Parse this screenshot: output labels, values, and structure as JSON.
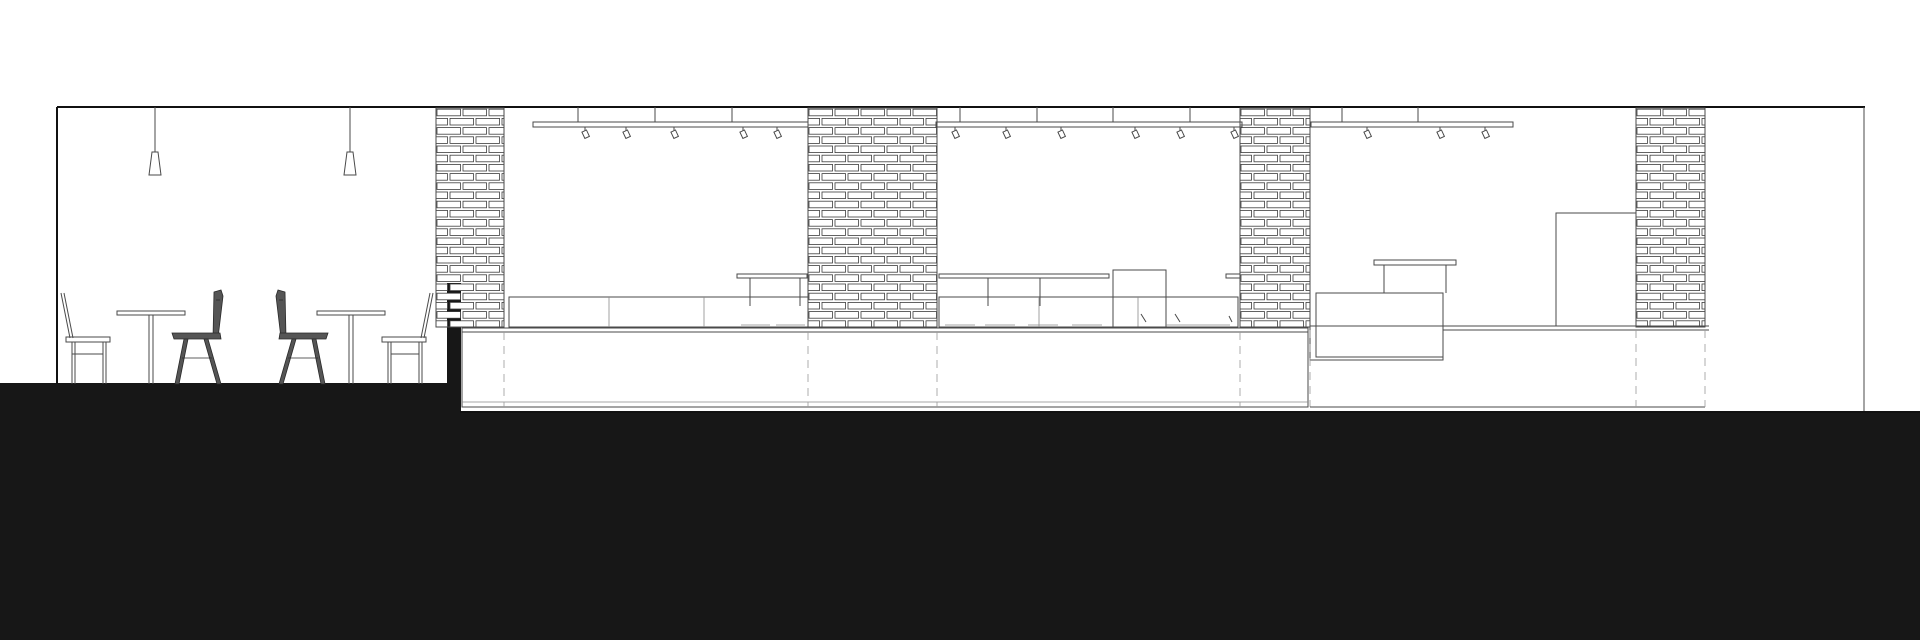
{
  "drawing": {
    "type": "interior-section-elevation",
    "colors": {
      "background": "#ffffff",
      "ground": "#171717",
      "line": "#4a4a4a",
      "brick_mortar": "#3c3c3c",
      "chair_accent": "#555555"
    },
    "elements": {
      "brick_piers": 4,
      "pendant_lights": 2,
      "dining_tables": 2,
      "chairs_light": 2,
      "chairs_dark": 2,
      "track_light_rails": 3,
      "spotlights": 14,
      "display_counter_bays": 4
    }
  }
}
